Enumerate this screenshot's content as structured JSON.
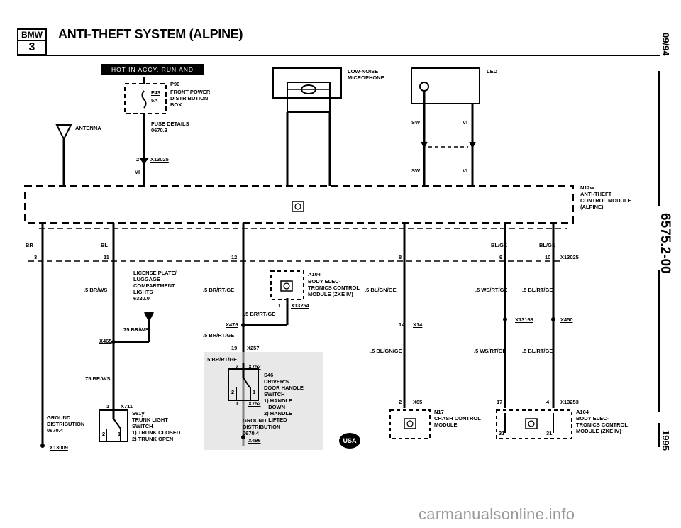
{
  "header": {
    "logo_top": "BMW",
    "logo_bottom": "3",
    "title": "ANTI-THEFT SYSTEM (ALPINE)"
  },
  "margin": {
    "top": "09/94",
    "mid": "6575.2-00",
    "bottom": "1995"
  },
  "hot_bar": "HOT IN ACCY, RUN AND START",
  "p90": {
    "code": "P90",
    "fuse": "F43",
    "amp": "5A",
    "text": "FRONT POWER\nDISTRIBUTION\nBOX"
  },
  "fuse_details": "FUSE DETAILS\n0670.3",
  "antenna": "ANTENNA",
  "x13025_top": {
    "pin": "2",
    "code": "X13025",
    "color": "VI"
  },
  "microphone": "LOW-NOISE\nMICROPHONE",
  "led": {
    "label": "LED",
    "sw1": "SW",
    "vi1": "VI",
    "sw2": "SW",
    "vi2": "VI"
  },
  "module": "N12w\nANTI-THEFT\nCONTROL MODULE\n(ALPINE)",
  "pins": {
    "p3": "3",
    "p11": "11",
    "p12": "12",
    "p8": "8",
    "p9": "9",
    "p10": "10",
    "x13025": "X13025",
    "br": "BR",
    "bl": "BL",
    "blge": "BL/GE",
    "blgn": "BL/GN"
  },
  "wires": {
    "w5brws": ".5 BR/WS",
    "w5brrtge": ".5 BR/RT/GE",
    "w5blgnge": ".5 BL/GN/GE",
    "w5wsrtge": ".5 WS/RT/GE",
    "w5blrtge": ".5 BL/RT/GE",
    "w75brws": ".75 BR/WS",
    "w75brws2": ".75 BR/WS",
    "w5brrtge2": ".5 BR/RT/GE",
    "w5brrtge3": ".5 BR/RT/GE",
    "w5brrtge4": ".5 BR/RT/GE",
    "w5blgnge2": ".5 BL/GN/GE",
    "w5wsrtge2": ".5 WS/RT/GE",
    "w5blrtge2": ".5 BL/RT/GE"
  },
  "license": "LICENSE PLATE/\nLUGGAGE\nCOMPARTMENT\nLIGHTS\n6320.0",
  "x465": "X465",
  "a104_top": {
    "code": "A104",
    "text": "BODY ELEC-\nTRONICS CONTROL\nMODULE (ZKE IV)",
    "pin": "1",
    "conn": "X13254"
  },
  "x476": "X476",
  "x257": {
    "pin": "19",
    "code": "X257"
  },
  "x752a": {
    "pin": "2",
    "code": "X752"
  },
  "s46": "S46\nDRIVER'S\nDOOR HANDLE\nSWITCH\n1) HANDLE\n   DOWN\n2) HANDLE\n   LIFTED",
  "x752b": {
    "pin": "1",
    "code": "X752"
  },
  "gd_mid": "GROUND\nDISTRIBUTION\n0670.4",
  "x496": "X496",
  "x711": {
    "pin": "1",
    "code": "X711"
  },
  "s61y": "S61y\nTRUNK LIGHT\nSWITCH\n1) TRUNK CLOSED\n2) TRUNK OPEN",
  "gd_left": "GROUND\nDISTRIBUTION\n0670.4",
  "x13009": "X13009",
  "x14": {
    "pin": "14",
    "code": "X14"
  },
  "x65": {
    "pin": "2",
    "code": "X65"
  },
  "n17": "N17\nCRASH CONTROL\nMODULE",
  "x13168": "X13168",
  "x450": "X450",
  "x13253": {
    "p17": "17",
    "p4": "4",
    "code": "X13253"
  },
  "a104_bot": {
    "text": "A104\nBODY ELEC-\nTRONICS CONTROL\nMODULE (ZKE IV)",
    "p31a": "31",
    "p31b": "31"
  },
  "usa": "USA",
  "switch_nums": {
    "s1": "1",
    "s2": "2",
    "s3": "2",
    "s4": "1"
  },
  "watermark": "carmanualsonline.info"
}
